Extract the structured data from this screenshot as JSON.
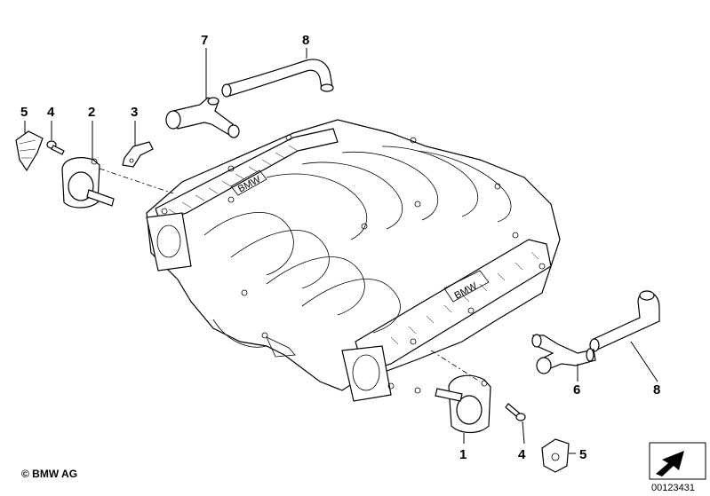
{
  "diagram": {
    "callouts": [
      {
        "id": "c7",
        "label": "7"
      },
      {
        "id": "c8a",
        "label": "8"
      },
      {
        "id": "c5a",
        "label": "5"
      },
      {
        "id": "c4a",
        "label": "4"
      },
      {
        "id": "c2",
        "label": "2"
      },
      {
        "id": "c3",
        "label": "3"
      },
      {
        "id": "c6",
        "label": "6"
      },
      {
        "id": "c8b",
        "label": "8"
      },
      {
        "id": "c1",
        "label": "1"
      },
      {
        "id": "c4b",
        "label": "4"
      },
      {
        "id": "c5b",
        "label": "5"
      }
    ],
    "manifold_badges": [
      "BMW",
      "BMW"
    ]
  },
  "footer": {
    "copyright": "© BMW AG",
    "reference_number": "00123431"
  },
  "icons": {
    "corner_arrow": "view-direction-arrow-icon"
  }
}
